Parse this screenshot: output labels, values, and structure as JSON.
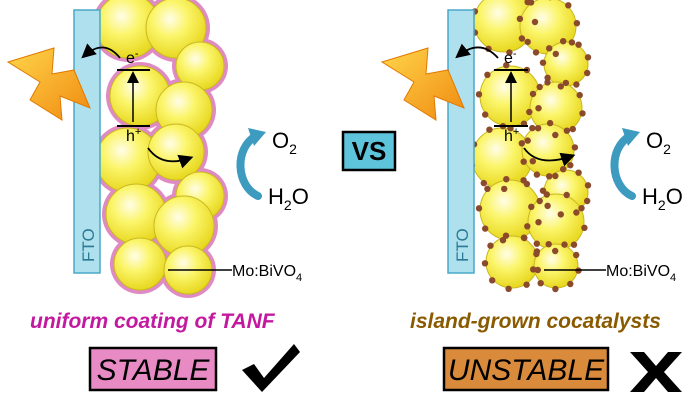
{
  "left": {
    "electrode_label": "FTO",
    "electron": "e",
    "electron_sup": "-",
    "hole": "h",
    "hole_sup": "+",
    "material_prefix": "Mo:BiVO",
    "material_sub": "4",
    "caption": "uniform coating of TANF",
    "status": "STABLE",
    "status_mark": "check-icon"
  },
  "right": {
    "electrode_label": "FTO",
    "electron": "e",
    "electron_sup": "-",
    "hole": "h",
    "hole_sup": "+",
    "material_prefix": "Mo:BiVO",
    "material_sub": "4",
    "caption": "island-grown cocatalysts",
    "status": "UNSTABLE",
    "status_mark": "cross-icon"
  },
  "reaction": {
    "product": "O",
    "product_sub": "2",
    "reactant": "H",
    "reactant_sub": "2",
    "reactant_tail": "O"
  },
  "versus": "VS",
  "colors": {
    "fto": "#aee0ee",
    "particle": "#f7f23a",
    "coating": "#e08ac4",
    "island": "#8b4a2b",
    "caption_left": "#c2199e",
    "caption_right": "#8a5a00",
    "stable_fill": "#e88ac4",
    "unstable_fill": "#d98a3a",
    "vs_fill": "#5ec4dc",
    "lightning": "#f5a623",
    "reaction_arrow": "#3d9bc0"
  }
}
